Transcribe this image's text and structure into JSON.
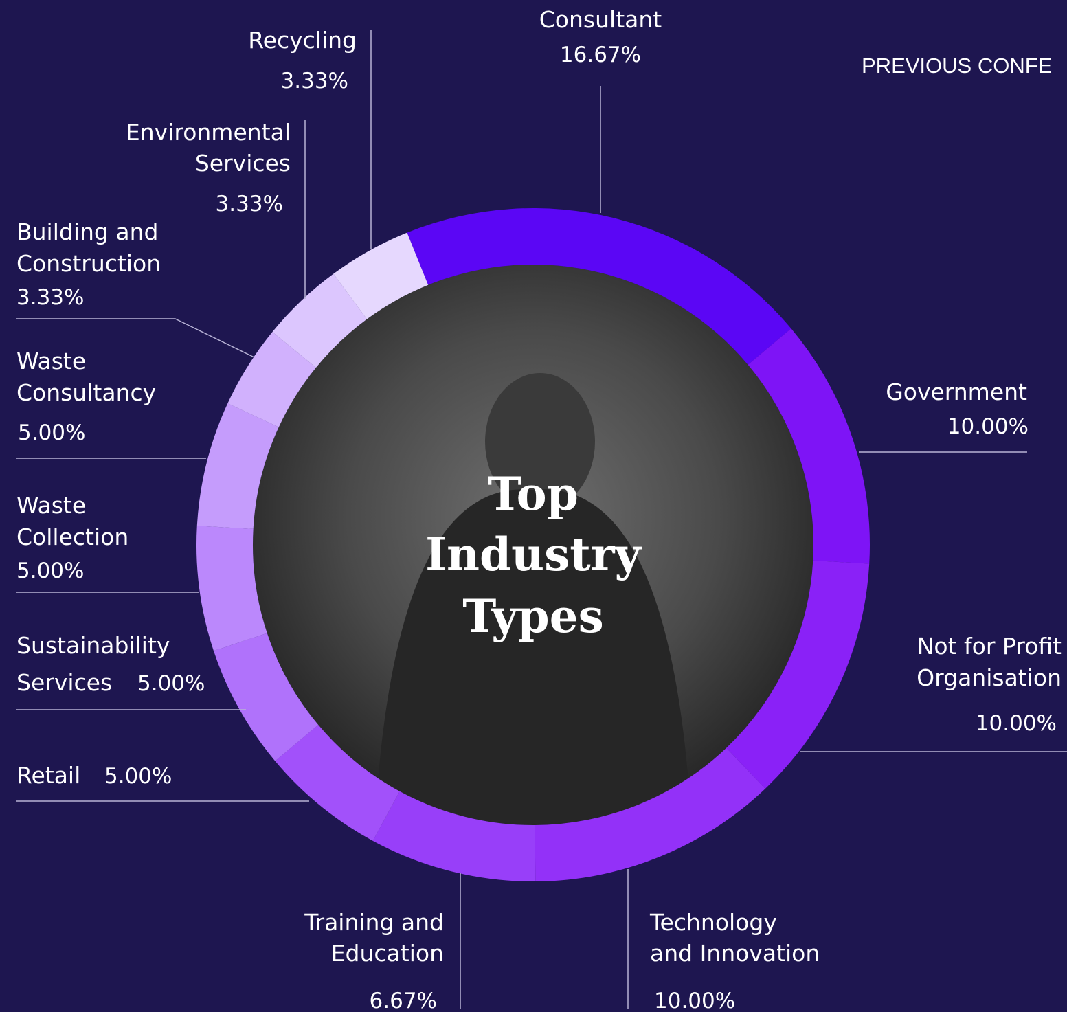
{
  "header": {
    "link_label": "PREVIOUS CONFE"
  },
  "colors": {
    "background": "#1e1650",
    "slices": [
      "#5b06f5",
      "#7e14f6",
      "#8a21f7",
      "#9331f8",
      "#983ff9",
      "#a251fa",
      "#b072fb",
      "#bb88fc",
      "#c59cfc",
      "#d1b1fd",
      "#dcc6fe",
      "#e6d8fe"
    ]
  },
  "chart_data": {
    "type": "pie",
    "title": "",
    "center_label": [
      "Top",
      "Industry",
      "Types"
    ],
    "slices": [
      {
        "label": "Consultant",
        "value": 16.67,
        "display": "16.67%"
      },
      {
        "label": "Government",
        "value": 10.0,
        "display": "10.00%"
      },
      {
        "label": "Not for Profit Organisation",
        "value": 10.0,
        "display": "10.00%"
      },
      {
        "label": "Technology and Innovation",
        "value": 10.0,
        "display": "10.00%"
      },
      {
        "label": "Training and Education",
        "value": 6.67,
        "display": "6.67%"
      },
      {
        "label": "Retail",
        "value": 5.0,
        "display": "5.00%"
      },
      {
        "label": "Sustainability Services",
        "value": 5.0,
        "display": "5.00%"
      },
      {
        "label": "Waste Collection",
        "value": 5.0,
        "display": "5.00%"
      },
      {
        "label": "Waste Consultancy",
        "value": 5.0,
        "display": "5.00%"
      },
      {
        "label": "Building and Construction",
        "value": 3.33,
        "display": "3.33%"
      },
      {
        "label": "Environmental Services",
        "value": 3.33,
        "display": "3.33%"
      },
      {
        "label": "Recycling",
        "value": 3.33,
        "display": "3.33%"
      }
    ],
    "label_lines": {
      "Consultant": [
        "Consultant"
      ],
      "Government": [
        "Government"
      ],
      "Not for Profit Organisation": [
        "Not for Profit",
        "Organisation"
      ],
      "Technology and Innovation": [
        "Technology",
        "and Innovation"
      ],
      "Training and Education": [
        "Training and",
        "Education"
      ],
      "Retail": [
        "Retail"
      ],
      "Sustainability Services": [
        "Sustainability",
        "Services"
      ],
      "Waste Collection": [
        "Waste",
        "Collection"
      ],
      "Waste Consultancy": [
        "Waste",
        "Consultancy"
      ],
      "Building and Construction": [
        "Building and",
        "Construction"
      ],
      "Environmental Services": [
        "Environmental",
        "Services"
      ],
      "Recycling": [
        "Recycling"
      ]
    }
  }
}
